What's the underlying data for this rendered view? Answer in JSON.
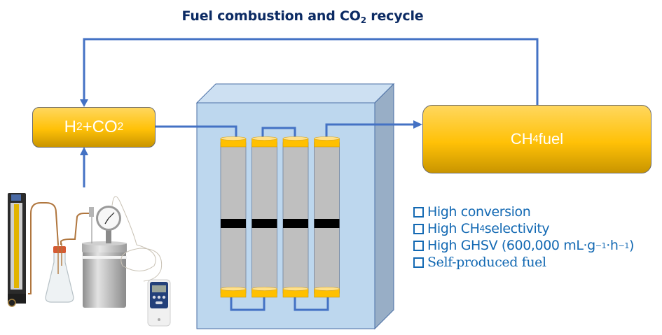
{
  "title": {
    "prefix": "Fuel combustion and CO",
    "subscript": "2",
    "suffix": " recycle"
  },
  "boxes": {
    "feed": {
      "prefix": "H",
      "sub1": "2",
      "middle": "+CO",
      "sub2": "2"
    },
    "product": {
      "prefix": "CH",
      "sub": "4",
      "suffix": " fuel"
    }
  },
  "reactor": {
    "tube_count": 4,
    "colors": {
      "cabinet_front": "#bdd7ee",
      "cabinet_top": "#cde0f2",
      "cabinet_side": "#98aec6",
      "tube_body": "#bfbfbf",
      "tube_cap": "#ffc000",
      "catalyst_band": "#000000",
      "flow_line": "#4472c4"
    }
  },
  "features": [
    {
      "label": "High conversion"
    },
    {
      "prefix": "High CH",
      "sub": "4",
      "suffix": " selectivity"
    },
    {
      "prefix": "High GHSV (600,000 mL·g",
      "sup1": "−1",
      "mid": "·h",
      "sup2": "−1",
      "suffix": ")"
    },
    {
      "label": "Self-produced fuel"
    }
  ],
  "apparatus": {
    "items": [
      "flowmeter",
      "erlenmeyer-flask",
      "pressure-reactor",
      "pressure-gauge",
      "temperature-logger"
    ]
  },
  "colors": {
    "title": "#0b2a63",
    "features_text": "#1369b3",
    "arrow": "#4472c4",
    "box_fill": "#ffc000"
  }
}
